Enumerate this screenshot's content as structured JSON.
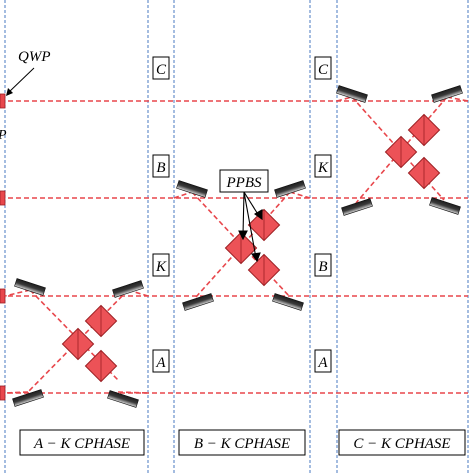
{
  "annotations": {
    "qwp": "QWP",
    "ppbs": "PPBS",
    "partial_glyph": "P"
  },
  "column_markers": [
    "C",
    "B",
    "K",
    "A"
  ],
  "column_markers_right": [
    "C",
    "K",
    "B",
    "A"
  ],
  "panel_labels": [
    "A − K CPHASE",
    "B − K CPHASE",
    "C − K CPHASE"
  ],
  "colors": {
    "beam": "#e8474c",
    "guide": "#4a78c2",
    "cube_fill": "#ec5257",
    "cube_edge": "#9b1f23",
    "mirror_dark": "#2a2a2a",
    "mirror_light": "#c9c9c9"
  }
}
